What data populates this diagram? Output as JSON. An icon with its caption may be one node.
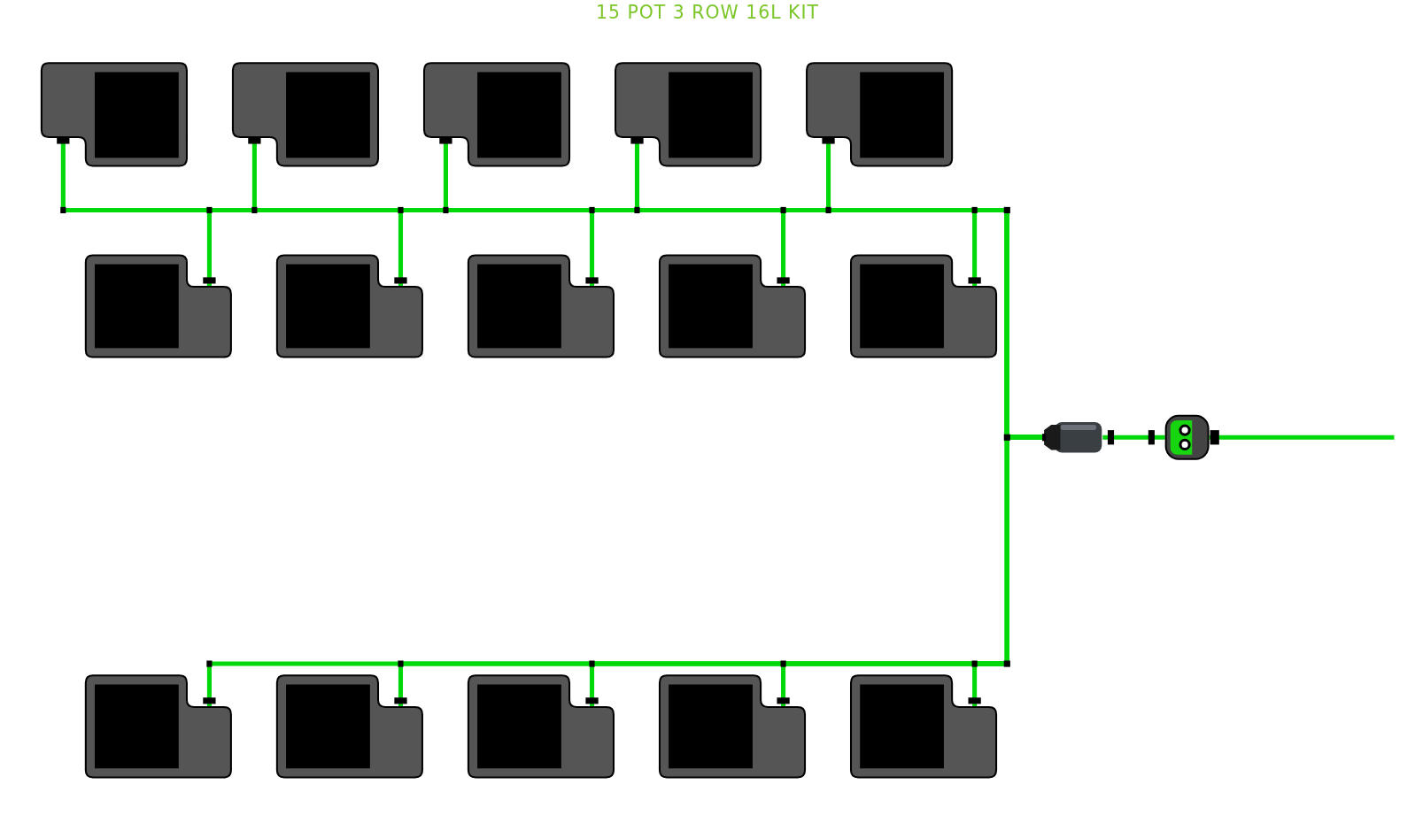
{
  "diagram": {
    "title": "15 POT 3 ROW 16L KIT",
    "nodes": [
      {
        "text": [],
        "shape": "box"
      },
      {
        "text": [],
        "shape": "box"
      },
      {
        "text": [],
        "shape": "box"
      },
      {
        "text": [],
        "shape": "box"
      },
      {
        "text": [],
        "shape": "box"
      },
      {
        "text": [],
        "shape": "box"
      },
      {
        "text": [],
        "shape": "box"
      },
      {
        "text": [],
        "shape": "box"
      },
      {
        "text": [],
        "shape": "box"
      },
      {
        "text": [],
        "shape": "box"
      },
      {
        "text": [],
        "shape": "picture"
      },
      {
        "text": [],
        "shape": "picture"
      },
      {
        "text": [],
        "shape": "box"
      },
      {
        "text": [],
        "shape": "box"
      },
      {
        "text": [],
        "shape": "box"
      },
      {
        "text": [],
        "shape": "box"
      },
      {
        "text": [],
        "shape": "box"
      }
    ],
    "edges": [
      {
        "from": null,
        "to": 11,
        "arrow": "none"
      },
      {
        "from": 11,
        "to": 10,
        "arrow": "none"
      },
      {
        "from": 10,
        "to": 0,
        "arrow": "none"
      },
      {
        "from": 10,
        "to": 1,
        "arrow": "none"
      },
      {
        "from": 10,
        "to": 2,
        "arrow": "none"
      },
      {
        "from": 10,
        "to": 3,
        "arrow": "none"
      },
      {
        "from": 10,
        "to": 4,
        "arrow": "none"
      },
      {
        "from": 10,
        "to": 5,
        "arrow": "none"
      },
      {
        "from": 10,
        "to": 6,
        "arrow": "none"
      },
      {
        "from": 10,
        "to": 7,
        "arrow": "none"
      },
      {
        "from": 10,
        "to": 8,
        "arrow": "none"
      },
      {
        "from": 10,
        "to": 9,
        "arrow": "none"
      },
      {
        "from": 10,
        "to": 12,
        "arrow": "none"
      },
      {
        "from": 10,
        "to": 13,
        "arrow": "none"
      },
      {
        "from": 10,
        "to": 14,
        "arrow": "none"
      },
      {
        "from": 10,
        "to": 15,
        "arrow": "none"
      },
      {
        "from": 10,
        "to": 16,
        "arrow": "none"
      }
    ]
  }
}
